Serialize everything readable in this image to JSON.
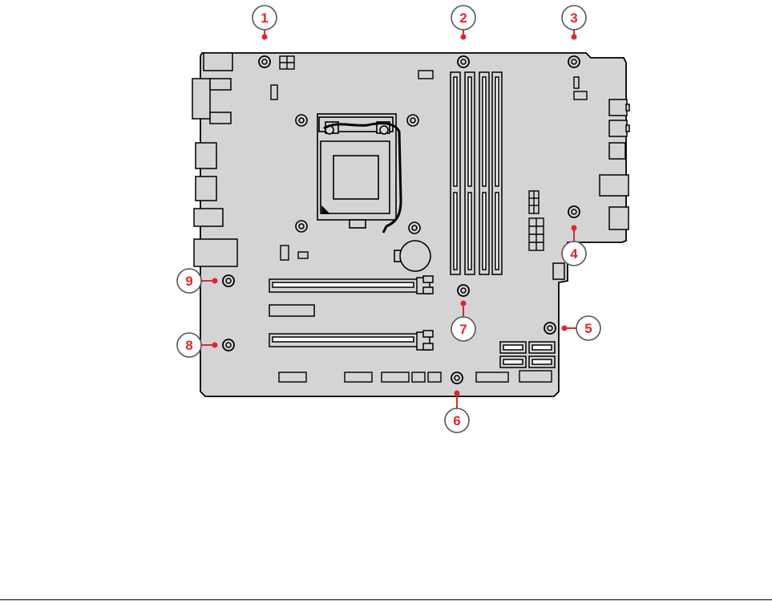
{
  "colors": {
    "board_fill": "#d4d4d6",
    "outline": "#000000",
    "callout": "#e3262b",
    "callout_fill": "#ffffff",
    "slot_fill": "#ffffff",
    "cable": "#000000"
  },
  "screw_holes": [
    {
      "number": "1",
      "label_side": "top"
    },
    {
      "number": "2",
      "label_side": "top"
    },
    {
      "number": "3",
      "label_side": "top"
    },
    {
      "number": "4",
      "label_side": "bottom"
    },
    {
      "number": "5",
      "label_side": "right"
    },
    {
      "number": "6",
      "label_side": "bottom"
    },
    {
      "number": "7",
      "label_side": "bottom"
    },
    {
      "number": "8",
      "label_side": "left"
    },
    {
      "number": "9",
      "label_side": "left"
    }
  ]
}
